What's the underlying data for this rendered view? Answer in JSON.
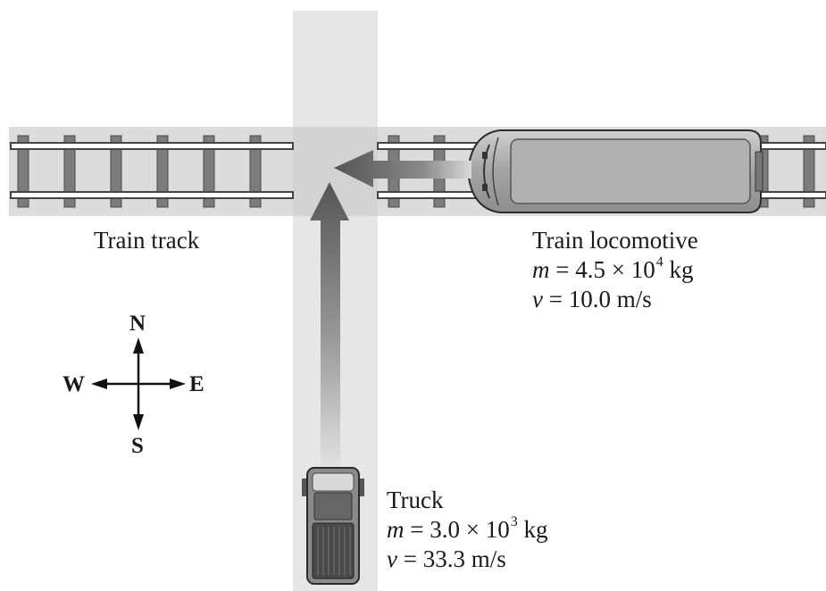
{
  "track": {
    "label": "Train track"
  },
  "train": {
    "title": "Train locomotive",
    "mass": {
      "symbol": "m",
      "eq": " = 4.5 × 10",
      "exp": "4",
      "unit": " kg"
    },
    "velocity": {
      "symbol": "v",
      "eq": " = 10.0 m/s"
    }
  },
  "truck": {
    "title": "Truck",
    "mass": {
      "symbol": "m",
      "eq": " = 3.0 × 10",
      "exp": "3",
      "unit": " kg"
    },
    "velocity": {
      "symbol": "v",
      "eq": " = 33.3 m/s"
    }
  },
  "compass": {
    "north": "N",
    "south": "S",
    "east": "E",
    "west": "W"
  },
  "colors": {
    "road": "#e6e6e8",
    "track_bed": "#dcdcde",
    "rail": "#6a6a6a",
    "tie": "#7c7c7c",
    "locomotive_body": "#a8a8a8",
    "arrow_dark": "#555555",
    "arrow_light": "#dcdcdc"
  }
}
